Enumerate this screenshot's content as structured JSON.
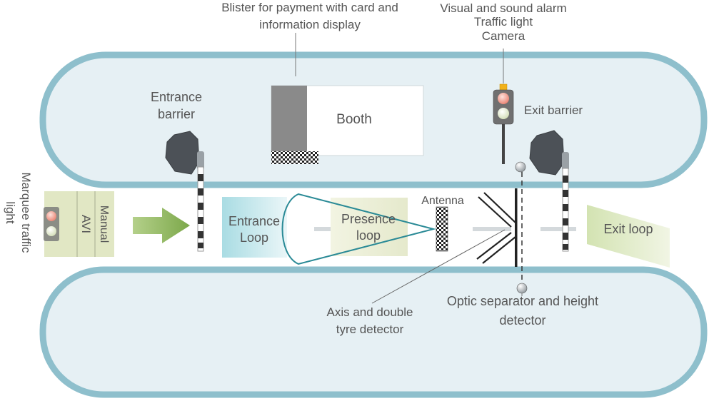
{
  "labels": {
    "blister_line1": "Blister for payment with card and",
    "blister_line2": "information display",
    "alarm": "Visual and sound alarm",
    "traffic_light": "Traffic light",
    "camera": "Camera",
    "entrance_barrier_line1": "Entrance",
    "entrance_barrier_line2": "barrier",
    "booth": "Booth",
    "exit_barrier": "Exit barrier",
    "marquee_line1": "Marquee traffic",
    "marquee_line2": "light",
    "manual": "Manual",
    "avi": "AVI",
    "entrance_loop_line1": "Entrance",
    "entrance_loop_line2": "Loop",
    "presence_loop_line1": "Presence",
    "presence_loop_line2": "loop",
    "antenna": "Antenna",
    "exit_loop": "Exit loop",
    "axis_line1": "Axis and double",
    "axis_line2": "tyre detector",
    "optic_line1": "Optic separator and height",
    "optic_line2": "detector"
  },
  "colors": {
    "island_fill": "#e6f0f4",
    "island_border": "#8ebfcc",
    "loop_fill": "#e8ecd2",
    "entrance_loop_fill": "#a9dce3",
    "arrow": "#8db35a",
    "barrier_head": "#4c5157",
    "light_red": "#ec8a7c",
    "light_green": "#dde6c6",
    "alarm_amber": "#f2b21a"
  }
}
